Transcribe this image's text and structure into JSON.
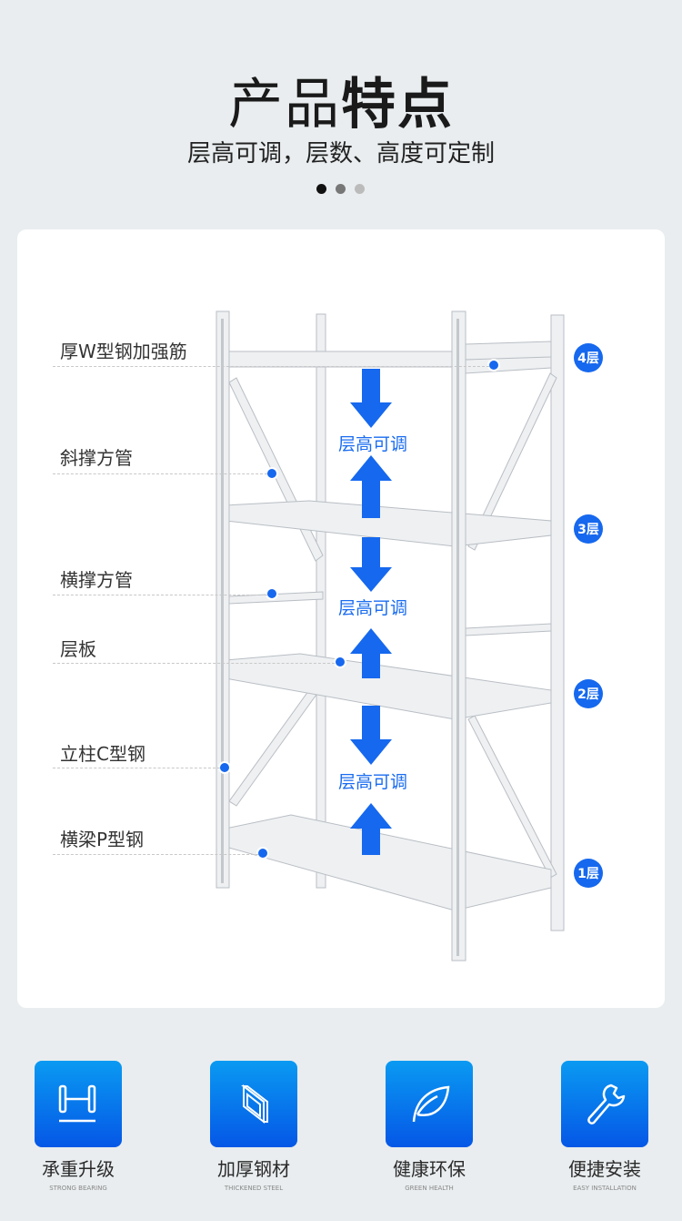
{
  "header": {
    "title_regular": "产品",
    "title_bold": "特点",
    "subtitle": "层高可调，层数、高度可定制"
  },
  "pager": {
    "count": 3,
    "active": 0,
    "colors": [
      "#111111",
      "#777777",
      "#bbbbbb"
    ]
  },
  "callouts": [
    {
      "label": "厚W型钢加强筋"
    },
    {
      "label": "斜撑方管"
    },
    {
      "label": "横撑方管"
    },
    {
      "label": "层板"
    },
    {
      "label": "立柱C型钢"
    },
    {
      "label": "横梁P型钢"
    }
  ],
  "adjust_label": "层高可调",
  "layers": [
    "4层",
    "3层",
    "2层",
    "1层"
  ],
  "accent": "#1668ee",
  "features": [
    {
      "cn": "承重升级",
      "en": "STRONG BEARING",
      "icon": "beam-icon"
    },
    {
      "cn": "加厚钢材",
      "en": "THICKENED STEEL",
      "icon": "steel-plate-icon"
    },
    {
      "cn": "健康环保",
      "en": "GREEN HEALTH",
      "icon": "leaf-icon"
    },
    {
      "cn": "便捷安装",
      "en": "EASY INSTALLATION",
      "icon": "wrench-icon"
    }
  ]
}
